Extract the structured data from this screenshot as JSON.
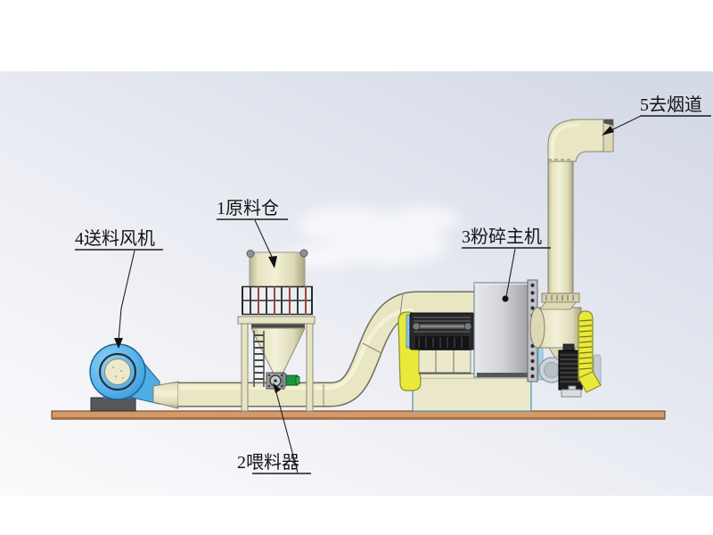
{
  "diagram": {
    "labels": {
      "silo": "1原料仓",
      "feeder": "2喂料器",
      "crusher": "3粉碎主机",
      "fan": "4送料风机",
      "flue": "5去烟道"
    },
    "colors": {
      "background_top_right": "#d7dce8",
      "background_bottom_left": "#fafbfc",
      "machine_cream": "#e9e6c4",
      "fan_blue": "#58b5ee",
      "floor_tan": "#d49a6a",
      "guard_yellow": "#e9e93c",
      "motor_dark": "#28282a",
      "drum_gray": "#d4d4d8",
      "feeder_green": "#1f9440",
      "annotation_black": "#1a1a1a"
    }
  }
}
